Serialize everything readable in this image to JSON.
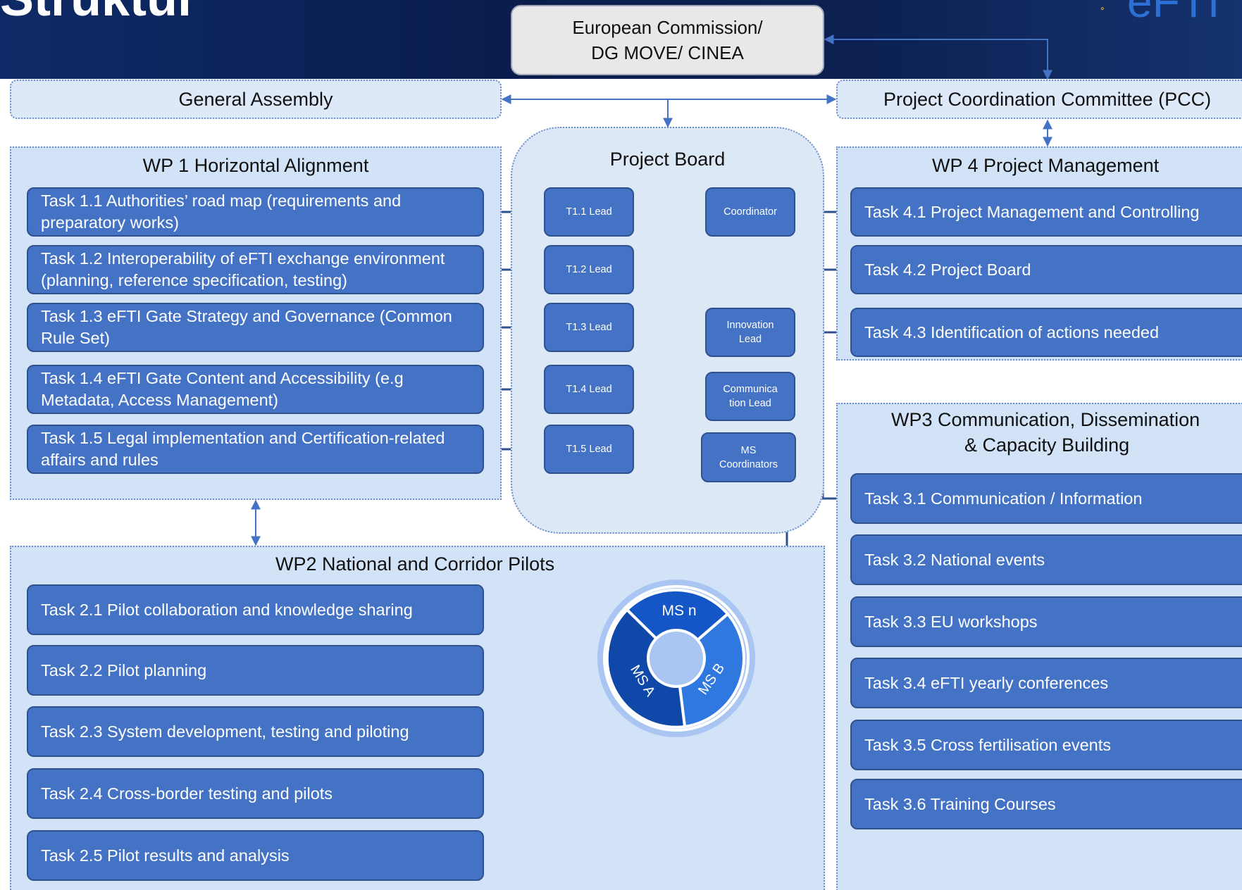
{
  "header": {
    "title": "Struktur",
    "logo_text": "eFTI",
    "colors": {
      "band": "#0a1d4e",
      "task_fill": "#4472c4",
      "panel_fill": "#d2e3f8",
      "accent": "#f5a623"
    }
  },
  "top": {
    "ec_line1": "European Commission/",
    "ec_line2": "DG MOVE/ CINEA",
    "general_assembly": "General Assembly",
    "pcc": "Project Coordination Committee (PCC)"
  },
  "wp1": {
    "title": "WP 1 Horizontal Alignment",
    "tasks": [
      "Task 1.1 Authorities’ road map (requirements and\npreparatory works)",
      "Task 1.2 Interoperability of eFTI exchange environment\n(planning, reference specification, testing)",
      "Task 1.3 eFTI Gate Strategy and Governance (Common\nRule Set)",
      "Task 1.4 eFTI Gate Content and Accessibility (e.g\nMetadata, Access Management)",
      "Task 1.5 Legal implementation and Certification-related\naffairs and rules"
    ]
  },
  "project_board": {
    "title": "Project Board",
    "leads": [
      "T1.1 Lead",
      "T1.2 Lead",
      "T1.3 Lead",
      "T1.4 Lead",
      "T1.5 Lead"
    ],
    "roles": [
      "Coordinator",
      "Innovation\nLead",
      "Communica\ntion Lead",
      "MS\nCoordinators"
    ]
  },
  "wp4": {
    "title": "WP 4 Project Management",
    "tasks": [
      "Task 4.1 Project Management and Controlling",
      "Task 4.2 Project Board",
      "Task 4.3 Identification of actions needed"
    ]
  },
  "wp3": {
    "title_line1": "WP3 Communication, Dissemination",
    "title_line2": "& Capacity Building",
    "tasks": [
      "Task 3.1 Communication / Information",
      "Task 3.2 National events",
      "Task 3.3 EU workshops",
      "Task 3.4 eFTI yearly conferences",
      "Task 3.5 Cross fertilisation events",
      "Task 3.6 Training Courses"
    ]
  },
  "wp2": {
    "title": "WP2 National and Corridor Pilots",
    "tasks": [
      "Task 2.1 Pilot collaboration and knowledge sharing",
      "Task 2.2 Pilot planning",
      "Task 2.3 System development, testing and piloting",
      "Task 2.4 Cross-border testing and pilots",
      "Task 2.5 Pilot results and analysis"
    ],
    "ms_cycle": [
      "MS n",
      "MS A",
      "MS B"
    ]
  }
}
